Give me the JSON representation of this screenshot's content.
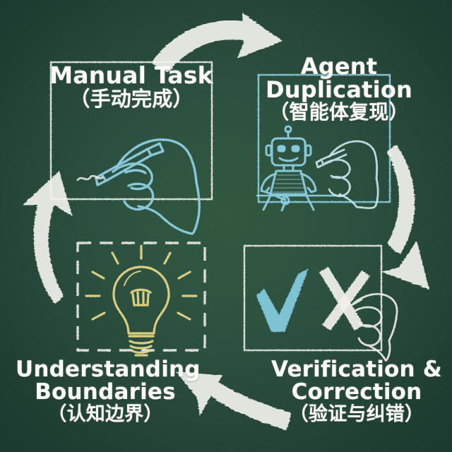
{
  "diagram": {
    "title_en": "Manual Task / Agent Duplication / Verification & Correction / Understanding Boundaries",
    "background_color": "#2b4f3d",
    "chalk_white": "#f5f5f0",
    "chalk_blue": "#8fd2e6",
    "chalk_yellow": "#ebdc8a"
  },
  "nodes": {
    "manual_task": {
      "label_en": "Manual Task",
      "label_zh": "（手动完成）",
      "frame_color": "#f2f2ec",
      "icon": "hand-writing-with-pen-icon"
    },
    "agent_duplication": {
      "label_en_line1": "Agent",
      "label_en_line2": "Duplication",
      "label_zh": "（智能体复现）",
      "frame_color": "#8fd2e6",
      "icon": "robot-and-hand-at-desk-icon"
    },
    "verification": {
      "label_en_line1": "Verification &",
      "label_en_line2": "Correction",
      "label_zh": "（验证与纠错）",
      "frame_color": "#f2f2ec",
      "icon": "checkmark-and-cross-icon"
    },
    "understanding": {
      "label_en_line1": "Understanding",
      "label_en_line2": "Boundaries",
      "label_zh": "（认知边界）",
      "frame_color": "#f2f2ec",
      "frame_style": "dashed",
      "icon": "lightbulb-icon"
    }
  },
  "arrows": [
    {
      "name": "arrow-top",
      "from": "manual_task",
      "to": "agent_duplication",
      "direction": "right"
    },
    {
      "name": "arrow-right",
      "from": "agent_duplication",
      "to": "verification",
      "direction": "down"
    },
    {
      "name": "arrow-bottom",
      "from": "verification",
      "to": "understanding",
      "direction": "left"
    },
    {
      "name": "arrow-left",
      "from": "understanding",
      "to": "manual_task",
      "direction": "up"
    }
  ]
}
